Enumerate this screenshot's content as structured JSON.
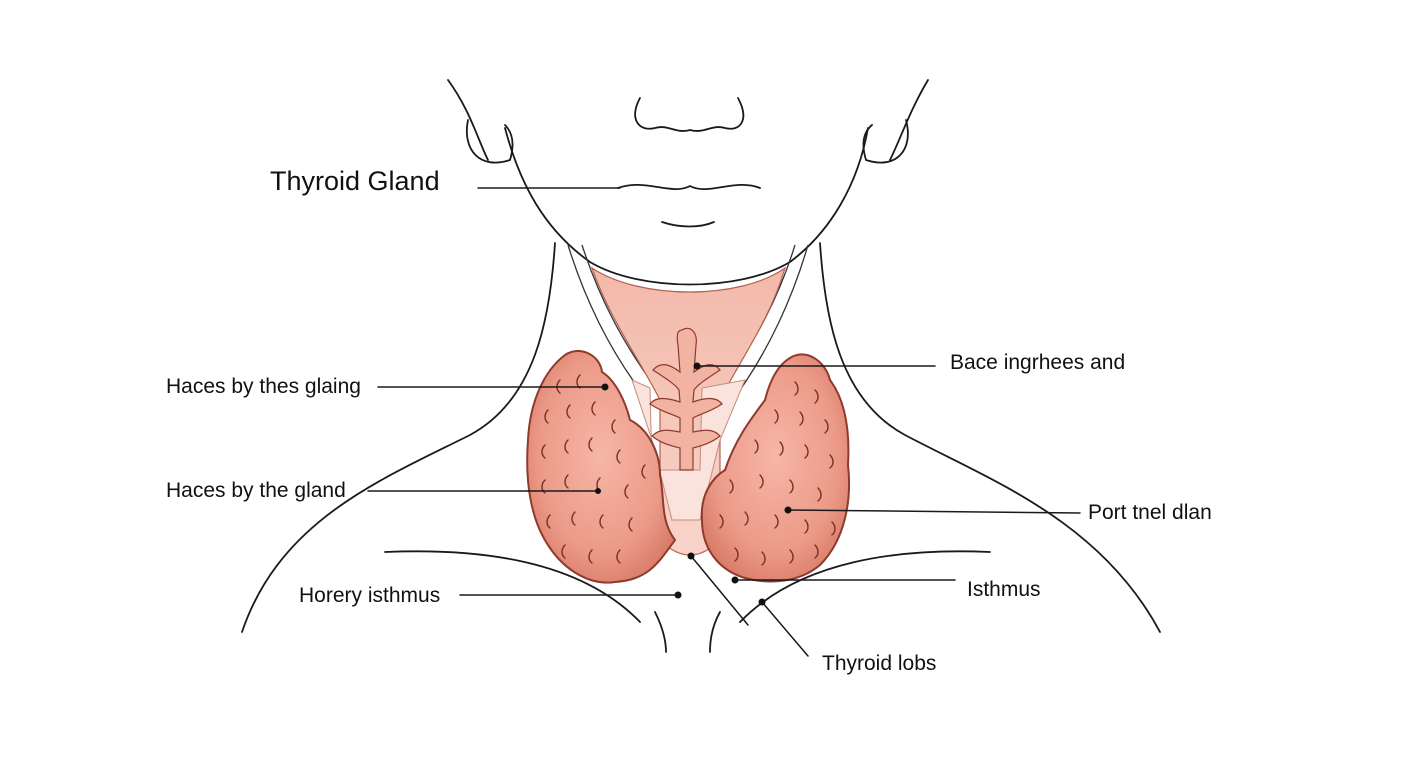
{
  "diagram": {
    "title": "Thyroid Gland",
    "labels": {
      "left_upper": "Haces by thes glaing",
      "left_middle": "Haces by the gland",
      "left_lower": "Horery isthmus",
      "right_upper": "Bace ingrhees and",
      "right_middle": "Port tnel dlan",
      "right_lower": "Isthmus",
      "bottom_right": "Thyroid lobs"
    },
    "colors": {
      "lobe_fill": "#ec9a88",
      "lobe_stroke": "#8e3a2e",
      "trachea_fill": "#f2b3a3",
      "outline": "#1a1a1a"
    }
  }
}
